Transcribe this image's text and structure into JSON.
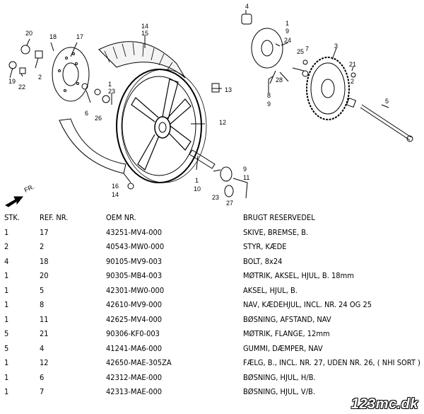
{
  "diagram": {
    "direction_label": "FR.",
    "callouts": [
      "20",
      "18",
      "17",
      "19",
      "22",
      "2",
      "14",
      "15",
      "1",
      "23",
      "6",
      "26",
      "13",
      "12",
      "16",
      "14",
      "10",
      "23",
      "1",
      "9",
      "11",
      "27",
      "4",
      "1",
      "9",
      "24",
      "25",
      "7",
      "3",
      "28",
      "8",
      "9",
      "21",
      "2",
      "5"
    ]
  },
  "table": {
    "headers": {
      "stk": "STK.",
      "ref": "REF. NR.",
      "oem": "OEM NR.",
      "desc": "BRUGT RESERVEDEL"
    },
    "rows": [
      {
        "stk": "1",
        "ref": "17",
        "oem": "43251-MV4-000",
        "desc": "SKIVE, BREMSE, B."
      },
      {
        "stk": "2",
        "ref": "2",
        "oem": "40543-MW0-000",
        "desc": "STYR, KÆDE"
      },
      {
        "stk": "4",
        "ref": "18",
        "oem": "90105-MV9-003",
        "desc": "BOLT, 8x24"
      },
      {
        "stk": "1",
        "ref": "20",
        "oem": "90305-MB4-003",
        "desc": "MØTRIK, AKSEL, HJUL, B. 18mm"
      },
      {
        "stk": "1",
        "ref": "5",
        "oem": "42301-MW0-000",
        "desc": "AKSEL, HJUL, B."
      },
      {
        "stk": "1",
        "ref": "8",
        "oem": "42610-MV9-000",
        "desc": "NAV, KÆDEHJUL, INCL. NR. 24 OG 25"
      },
      {
        "stk": "1",
        "ref": "11",
        "oem": "42625-MV4-000",
        "desc": "BØSNING, AFSTAND, NAV"
      },
      {
        "stk": "5",
        "ref": "21",
        "oem": "90306-KF0-003",
        "desc": "MØTRIK, FLANGE, 12mm"
      },
      {
        "stk": "5",
        "ref": "4",
        "oem": "41241-MA6-000",
        "desc": "GUMMI, DÆMPER, NAV"
      },
      {
        "stk": "1",
        "ref": "12",
        "oem": "42650-MAE-305ZA",
        "desc": "FÆLG, B., INCL. NR. 27, UDEN NR. 26, ( NHI SORT )"
      },
      {
        "stk": "1",
        "ref": "6",
        "oem": "42312-MAE-000",
        "desc": "BØSNING, HJUL, H/B."
      },
      {
        "stk": "1",
        "ref": "7",
        "oem": "42313-MAE-000",
        "desc": "BØSNING, HJUL, V/B."
      }
    ]
  },
  "watermark": "123mc.dk"
}
